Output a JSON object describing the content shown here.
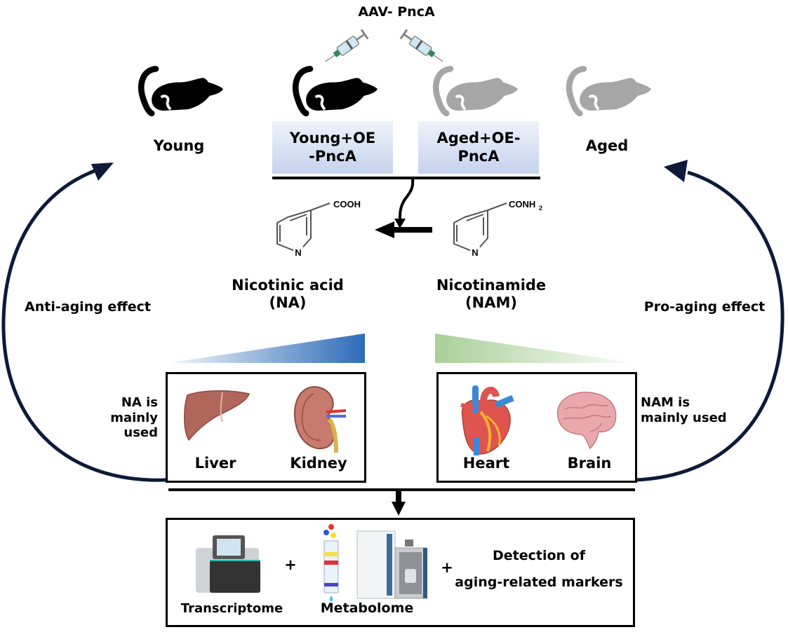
{
  "title": "AAV- PncA",
  "groups": [
    {
      "label": "Young",
      "mouse_color": "#000000"
    },
    {
      "label_line1": "Young+OE",
      "label_line2": "-PncA",
      "mouse_color": "#000000"
    },
    {
      "label_line1": "Aged+OE-",
      "label_line2": "PncA",
      "mouse_color": "#a6a6a6"
    },
    {
      "label": "Aged",
      "mouse_color": "#a6a6a6"
    }
  ],
  "compounds": {
    "na": {
      "group": "COOH",
      "ring_atom": "N",
      "name": "Nicotinic acid",
      "abbr": "(NA)"
    },
    "nam": {
      "group": "CONH",
      "subscript": "2",
      "ring_atom": "N",
      "name": "Nicotinamide",
      "abbr": "(NAM)"
    }
  },
  "effects": {
    "left": "Anti-aging effect",
    "right": "Pro-aging effect"
  },
  "usage": {
    "left_line1": "NA is",
    "left_line2": "mainly used",
    "right_line1": "NAM is",
    "right_line2": "mainly used"
  },
  "organs": {
    "left": [
      {
        "name": "Liver"
      },
      {
        "name": "Kidney"
      }
    ],
    "right": [
      {
        "name": "Heart"
      },
      {
        "name": "Brain"
      }
    ]
  },
  "gradients": {
    "na_color": "#2e6bb8",
    "nam_color": "#a9cf98"
  },
  "analysis": {
    "items": [
      "Transcriptome",
      "Metabolome"
    ],
    "plus": "+",
    "detection_line1": "Detection of",
    "detection_line2": "aging-related markers"
  },
  "colors": {
    "arc": "#0d1a3a",
    "group_box_top": "#eef2fa",
    "group_box_bottom": "#c6d3ee"
  }
}
